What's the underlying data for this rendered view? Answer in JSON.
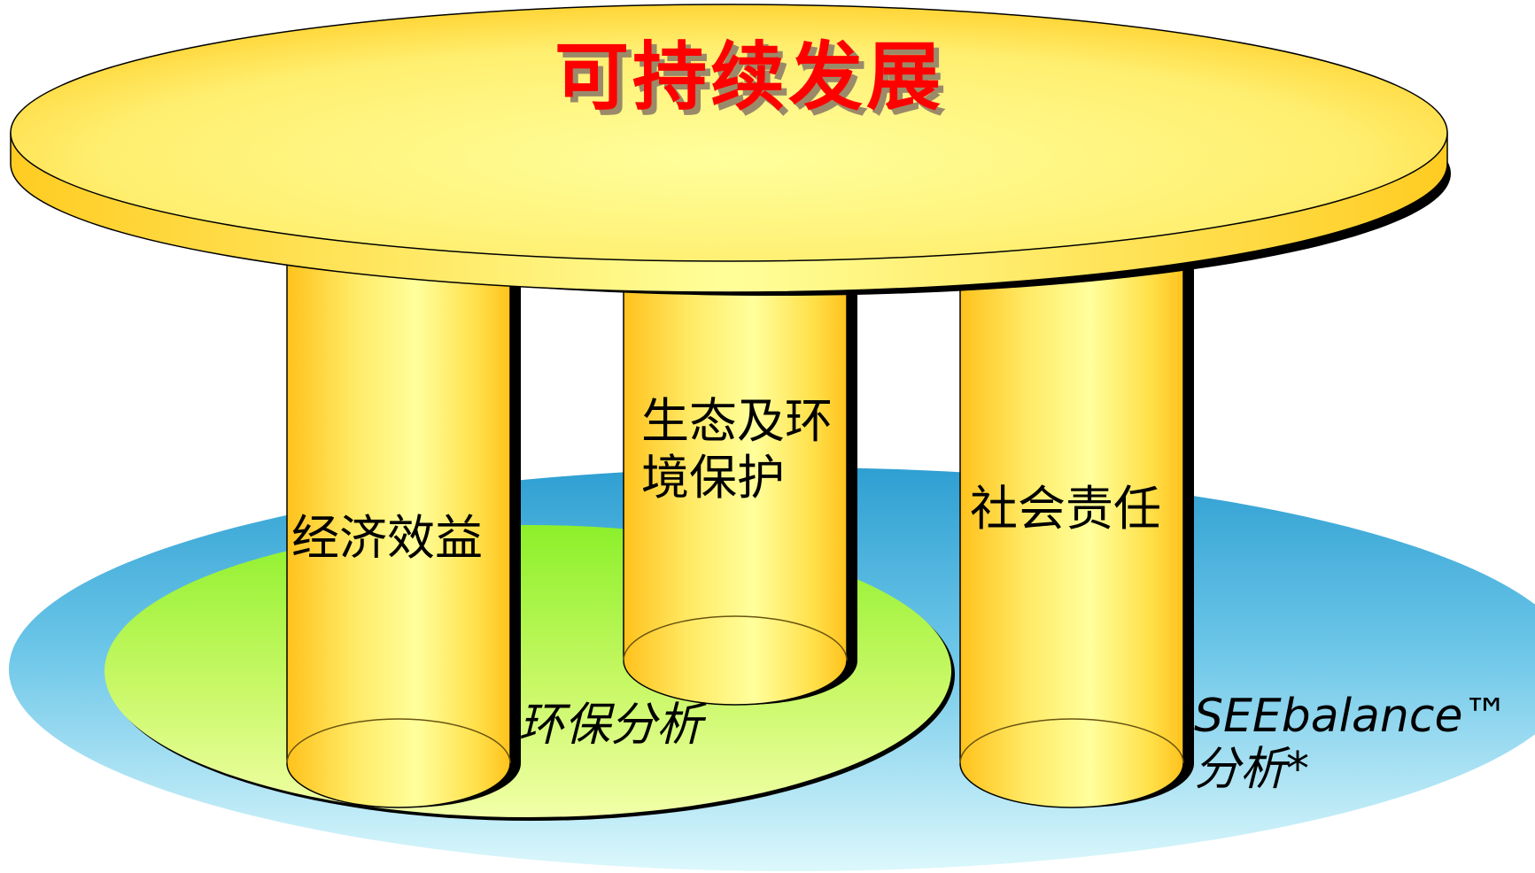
{
  "title": "可持续发展",
  "pillars": {
    "economic": {
      "label": "经济效益"
    },
    "ecology": {
      "line1": "生态及环",
      "line2": "境保护"
    },
    "social": {
      "label": "社会责任"
    }
  },
  "base_labels": {
    "eco_analysis": "环保分析",
    "seebalance": {
      "line1": "SEEbalance™",
      "line2": "分析*"
    }
  },
  "colors": {
    "title_red": "#ff0000",
    "tabletop_gold": "#ffcc22",
    "tabletop_light": "#ffff99",
    "inner_disc_green": "#99ff33",
    "outer_disc_blue": "#33aad8"
  }
}
